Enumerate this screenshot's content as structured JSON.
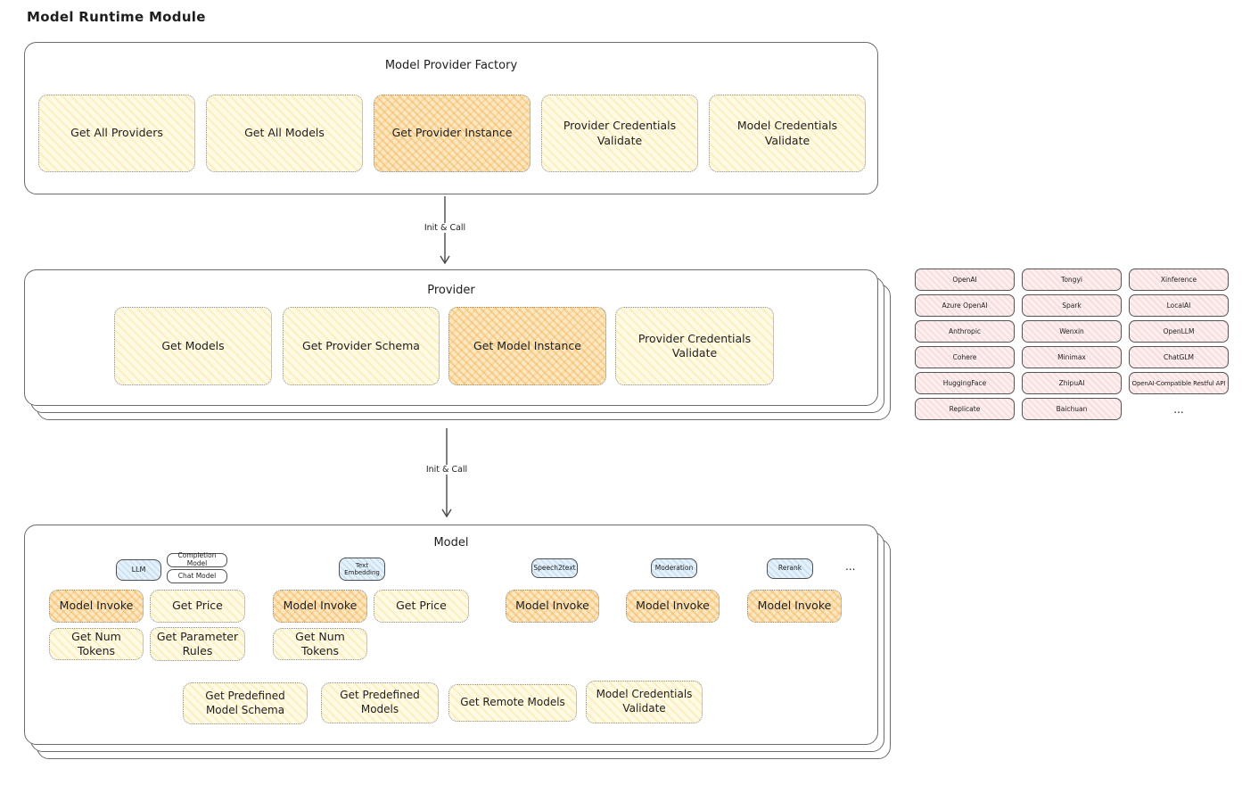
{
  "title": "Model Runtime Module",
  "factory": {
    "title": "Model Provider Factory",
    "buttons": [
      {
        "label": "Get All Providers",
        "highlighted": false
      },
      {
        "label": "Get All Models",
        "highlighted": false
      },
      {
        "label": "Get Provider Instance",
        "highlighted": true
      },
      {
        "label": "Provider Credentials Validate",
        "highlighted": false
      },
      {
        "label": "Model Credentials Validate",
        "highlighted": false
      }
    ]
  },
  "arrows": [
    {
      "label": "Init & Call"
    },
    {
      "label": "Init & Call"
    }
  ],
  "provider": {
    "title": "Provider",
    "buttons": [
      {
        "label": "Get Models",
        "highlighted": false
      },
      {
        "label": "Get Provider Schema",
        "highlighted": false
      },
      {
        "label": "Get Model Instance",
        "highlighted": true
      },
      {
        "label": "Provider Credentials Validate",
        "highlighted": false
      }
    ]
  },
  "providers_grid": {
    "items": [
      "OpenAI",
      "Tongyi",
      "Xinference",
      "Azure OpenAI",
      "Spark",
      "LocalAI",
      "Anthropic",
      "Wenxin",
      "OpenLLM",
      "Cohere",
      "Minimax",
      "ChatGLM",
      "HuggingFace",
      "ZhipuAI",
      "OpenAI-Compatible Restful API",
      "Replicate",
      "Baichuan"
    ],
    "more_label": "..."
  },
  "model": {
    "title": "Model",
    "more_label": "...",
    "groups": [
      {
        "type_label": "LLM",
        "subtype_labels": [
          "Completion Model",
          "Chat Model"
        ],
        "actions": [
          {
            "label": "Model Invoke",
            "highlighted": true
          },
          {
            "label": "Get Price",
            "highlighted": false
          },
          {
            "label": "Get Num Tokens",
            "highlighted": false
          },
          {
            "label": "Get Parameter Rules",
            "highlighted": false
          }
        ]
      },
      {
        "type_label": "Text Embedding",
        "actions": [
          {
            "label": "Model Invoke",
            "highlighted": true
          },
          {
            "label": "Get Price",
            "highlighted": false
          },
          {
            "label": "Get Num Tokens",
            "highlighted": false
          }
        ]
      },
      {
        "type_label": "Speech2text",
        "actions": [
          {
            "label": "Model Invoke",
            "highlighted": true
          }
        ]
      },
      {
        "type_label": "Moderation",
        "actions": [
          {
            "label": "Model Invoke",
            "highlighted": true
          }
        ]
      },
      {
        "type_label": "Rerank",
        "actions": [
          {
            "label": "Model Invoke",
            "highlighted": true
          }
        ]
      }
    ],
    "shared_actions": [
      {
        "label": "Get Predefined Model Schema"
      },
      {
        "label": "Get Predefined Models"
      },
      {
        "label": "Get Remote Models"
      },
      {
        "label": "Model Credentials Validate"
      }
    ]
  },
  "colors": {
    "node_yellow": "#FFFAE4",
    "node_orange_highlight": "#FAE3B2",
    "provider_pink": "#FCEEEE",
    "model_type_blue": "#E4F1FA",
    "stroke": "#6B6B6B",
    "text": "#1E1E1E"
  }
}
